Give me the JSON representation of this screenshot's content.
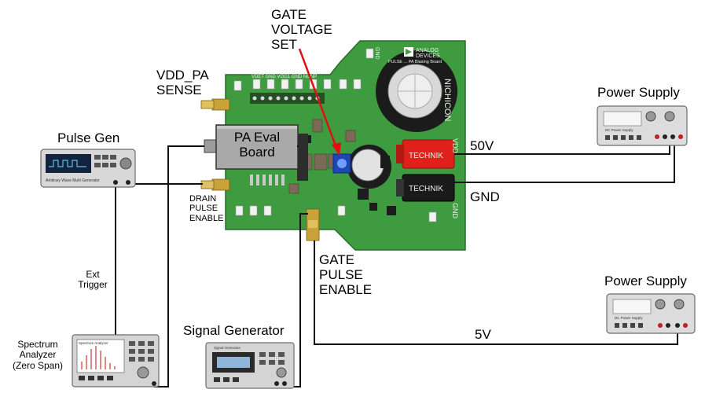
{
  "labels": {
    "gate_voltage_set": [
      "GATE",
      "VOLTAGE",
      "SET"
    ],
    "vdd_pa_sense": [
      "VDD_PA",
      "SENSE"
    ],
    "pa_eval_board": [
      "PA Eval",
      "Board"
    ],
    "pulse_gen": "Pulse Gen",
    "drain_pulse_enable": [
      "DRAIN",
      "PULSE",
      "ENABLE"
    ],
    "power_supply_top": "Power Supply",
    "v50": "50V",
    "gnd": "GND",
    "gate_pulse_enable": [
      "GATE",
      "PULSE",
      "ENABLE"
    ],
    "power_supply_bottom": "Power Supply",
    "v5": "5V",
    "ext_trigger": [
      "Ext",
      "Trigger"
    ],
    "spectrum_analyzer": [
      "Spectrum",
      "Analyzer",
      "(Zero Span)"
    ],
    "signal_generator": "Signal Generator"
  },
  "board": {
    "brand_line1": "ANALOG",
    "brand_line2": "DEVICES",
    "title": "PULSE ... PA Biasing Board",
    "cap_brand": "NICHICON",
    "silk_vdd": "VDD",
    "silk_gnd_right": "GND",
    "silk_gnd_top": "GND",
    "header_text": "VDET GND  VGG1 GND NONP",
    "terminal_brand": "TECHNIK"
  },
  "instruments": {
    "pulse_gen_caption": "Arbitrary Wave Multi Generator",
    "supply_caption": "DC Power Supply",
    "spectrum_caption": "Spectrum Analyzer",
    "signal_gen_caption": "Signal Generator"
  },
  "colors": {
    "pcb": "#3f9b3f",
    "pcb_dark": "#2f7d30",
    "wire": "#111111",
    "arrow": "#e01010",
    "red_terminal": "#e0201a",
    "black_terminal": "#1a1a1a"
  }
}
